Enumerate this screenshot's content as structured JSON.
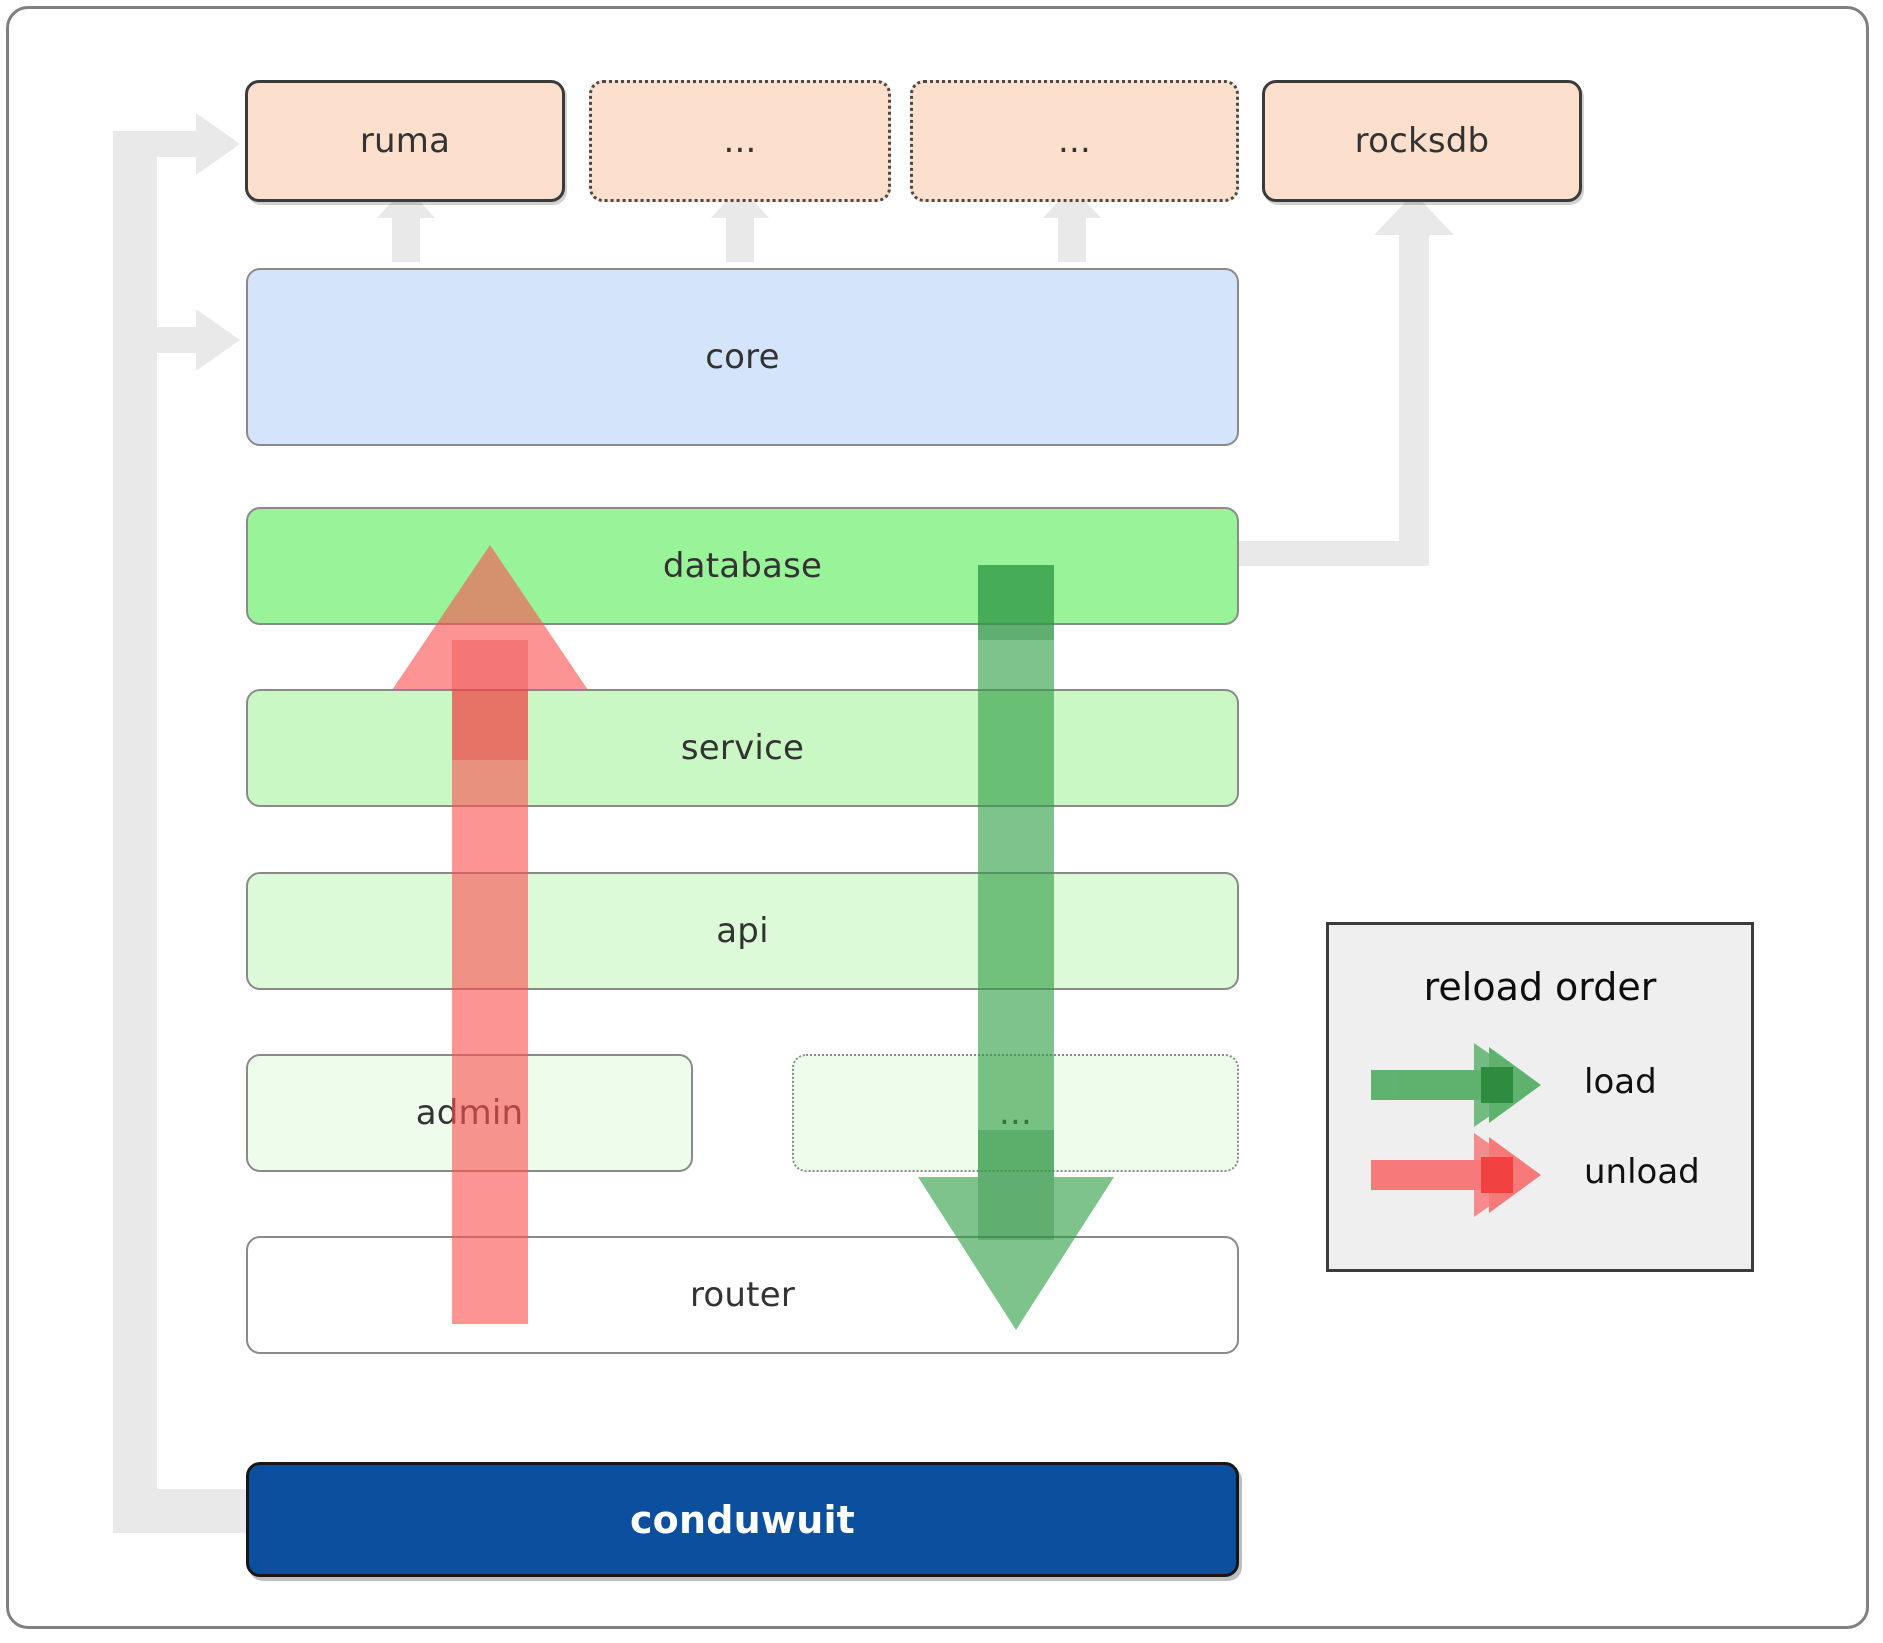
{
  "diagram": {
    "title": "conduwuit crate / layer architecture",
    "crates": [
      {
        "id": "ruma",
        "label": "ruma",
        "style": "solid"
      },
      {
        "id": "crate2",
        "label": "...",
        "style": "dotted"
      },
      {
        "id": "crate3",
        "label": "...",
        "style": "dotted"
      },
      {
        "id": "rocksdb",
        "label": "rocksdb",
        "style": "solid"
      }
    ],
    "layers": [
      {
        "id": "core",
        "label": "core",
        "color": "#d4e5fb",
        "style": "solid"
      },
      {
        "id": "database",
        "label": "database",
        "color": "#99f398",
        "style": "solid"
      },
      {
        "id": "service",
        "label": "service",
        "color": "#c9f8c4",
        "style": "solid"
      },
      {
        "id": "api",
        "label": "api",
        "color": "#ddfad8",
        "style": "solid"
      },
      {
        "id": "admin",
        "label": "admin",
        "color": "#edfceb",
        "style": "solid"
      },
      {
        "id": "more",
        "label": "...",
        "color": "#edfceb",
        "style": "dotted"
      },
      {
        "id": "router",
        "label": "router",
        "color": "#ffffff",
        "style": "solid"
      }
    ],
    "app": {
      "id": "conduwuit",
      "label": "conduwuit",
      "color": "#0b4f9e",
      "text_color": "#ffffff"
    },
    "legend": {
      "title": "reload order",
      "entries": [
        {
          "id": "load",
          "label": "load",
          "color": "#4caf50"
        },
        {
          "id": "unload",
          "label": "unload",
          "color": "#f98080"
        }
      ]
    },
    "arrows": {
      "load": {
        "direction": "down",
        "color": "#4caf50",
        "from": "database",
        "to": "router"
      },
      "unload": {
        "direction": "up",
        "color": "#f98080",
        "from": "router",
        "to": "database"
      },
      "dependency_color": "#e9e9e9"
    },
    "colors": {
      "crate_fill": "#fce0cd",
      "frame_border": "#808080",
      "layer_border": "#8a8a8a",
      "legend_bg": "#efefef"
    }
  }
}
